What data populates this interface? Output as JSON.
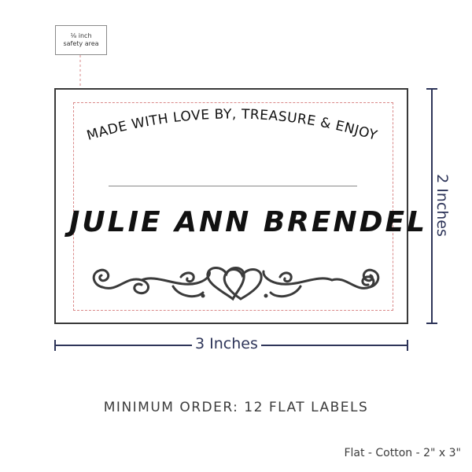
{
  "safety_callout": {
    "line1": "⅛ inch",
    "line2": "safety area"
  },
  "label": {
    "top_text": "MADE WITH LOVE BY, TREASURE & ENJOY",
    "name": "JULIE ANN BRENDEL",
    "ornament_icon": "scroll-hearts-flourish-icon"
  },
  "dimensions": {
    "width": "3 Inches",
    "height": "2 Inches"
  },
  "minimum_order": "MINIMUM ORDER: 12 FLAT LABELS",
  "spec": "Flat - Cotton - 2\" x 3\"",
  "colors": {
    "dimension": "#2e3559",
    "safety_area": "#d98888",
    "border": "#3a3a3a"
  }
}
